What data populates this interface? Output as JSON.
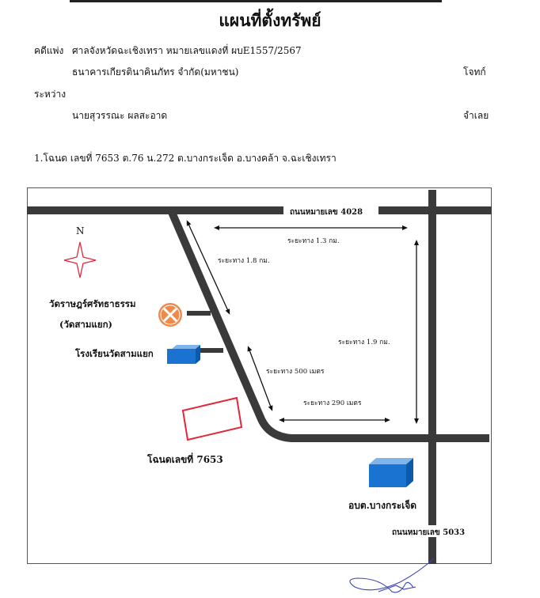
{
  "header": {
    "title": "แผนที่ตั้งทรัพย์"
  },
  "case": {
    "label": "คดีแพ่ง",
    "court_text": "ศาลจังหวัดฉะเชิงเทรา  หมายเลขแดงที่ ผบE1557/2567",
    "plaintiff": "ธนาคารเกียรตินาคินภัทร จำกัด(มหาชน)",
    "plaintiff_role": "โจทก์",
    "between": "ระหว่าง",
    "defendant": "นายสุวรรณะ ผลสะอาด",
    "defendant_role": "จำเลย"
  },
  "deed_line": "1.โฉนด เลขที่ 7653 ต.76   น.272  ต.บางกระเจ็ด อ.บางคล้า จ.ฉะเชิงเทรา",
  "map": {
    "road_top": "ถนนหมายเลข 4028",
    "road_right": "ถนนหมายเลข 5033",
    "north": "N",
    "dist_top": "ระยะทาง 1.3 กม.",
    "dist_diag": "ระยะทาง 1.8 กม.",
    "dist_right": "ระยะทาง 1.9 กม.",
    "dist_500": "ระยะทาง 500 เมตร",
    "dist_290": "ระยะทาง 290 เมตร",
    "temple": "วัดราษฎร์ศรัทธาธรรม",
    "temple_alt": "(วัดสามแยก)",
    "school": "โรงเรียนวัดสามแยก",
    "deed_label": "โฉนดเลขที่ 7653",
    "office": "อบต.บางกระเจ็ด"
  },
  "colors": {
    "road": "#3a3a3a",
    "plot": "#e0283a",
    "building": "#1a73d0",
    "temple": "#f08a4b",
    "north": "#e0283a"
  }
}
